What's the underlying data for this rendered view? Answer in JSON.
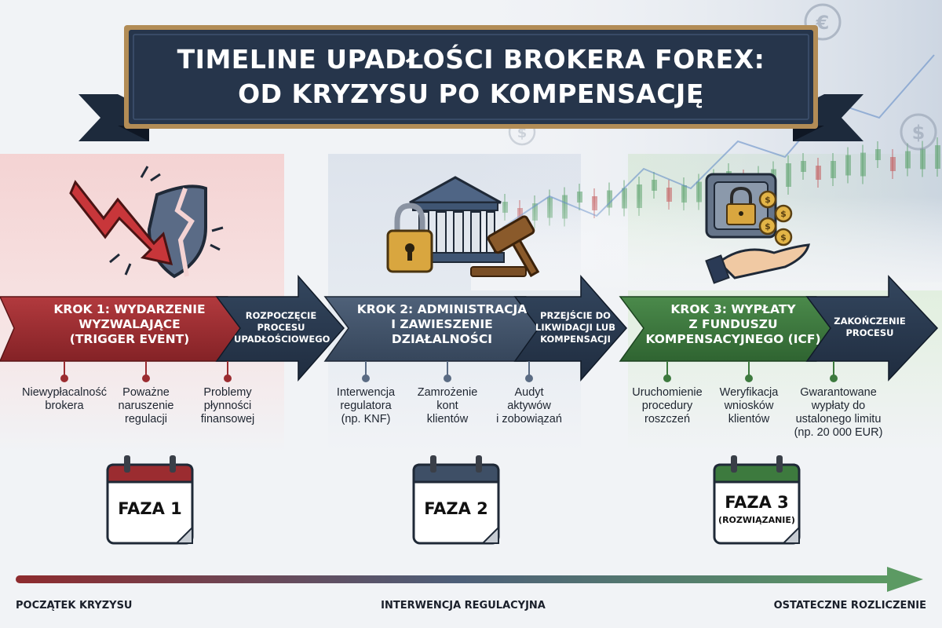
{
  "title": {
    "line1": "TIMELINE UPADŁOŚCI BROKERA FOREX:",
    "line2": "OD KRYZYSU PO KOMPENSACJĘ"
  },
  "colors": {
    "red": "#9b2c30",
    "navy": "#27374f",
    "slate": "#3e4f66",
    "green": "#3d7a3e"
  },
  "steps": [
    {
      "lines": [
        "KROK 1: WYDARZENIE",
        "WYZWALAJĄCE",
        "(TRIGGER EVENT)"
      ],
      "icon": "broken-shield-icon",
      "items": [
        {
          "lines": [
            "Niewypłacalność",
            "brokera"
          ]
        },
        {
          "lines": [
            "Poważne",
            "naruszenie",
            "regulacji"
          ]
        },
        {
          "lines": [
            "Problemy",
            "płynności",
            "finansowej"
          ]
        }
      ],
      "phase": "FAZA 1"
    },
    {
      "lines": [
        "KROK 2: ADMINISTRACJA",
        "I ZAWIESZENIE",
        "DZIAŁALNOŚCI"
      ],
      "icon": "bank-gavel-icon",
      "items": [
        {
          "lines": [
            "Interwencja",
            "regulatora",
            "(np. KNF)"
          ]
        },
        {
          "lines": [
            "Zamrożenie",
            "kont",
            "klientów"
          ]
        },
        {
          "lines": [
            "Audyt",
            "aktywów",
            "i zobowiązań"
          ]
        }
      ],
      "phase": "FAZA 2"
    },
    {
      "lines": [
        "KROK 3: WYPŁATY",
        "Z FUNDUSZU",
        "KOMPENSACYJNEGO (ICF)"
      ],
      "icon": "safe-coins-icon",
      "items": [
        {
          "lines": [
            "Uruchomienie",
            "procedury",
            "roszczeń"
          ]
        },
        {
          "lines": [
            "Weryfikacja",
            "wniosków",
            "klientów"
          ]
        },
        {
          "lines": [
            "Gwarantowane",
            "wypłaty do",
            "ustalonego limitu",
            "(np. 20 000 EUR)"
          ]
        }
      ],
      "phase": "FAZA 3",
      "phase_sub": "(ROZWIĄZANIE)"
    }
  ],
  "transitions": [
    {
      "lines": [
        "ROZPOCZĘCIE",
        "PROCESU",
        "UPADŁOŚCIOWEGO"
      ]
    },
    {
      "lines": [
        "PRZEJŚCIE DO",
        "LIKWIDACJI LUB",
        "KOMPENSACJI"
      ]
    },
    {
      "lines": [
        "ZAKOŃCZENIE",
        "PROCESU"
      ]
    }
  ],
  "timeline": {
    "start": "POCZĄTEK KRYZYSU",
    "middle": "INTERWENCJA REGULACYJNA",
    "end": "OSTATECZNE ROZLICZENIE"
  }
}
